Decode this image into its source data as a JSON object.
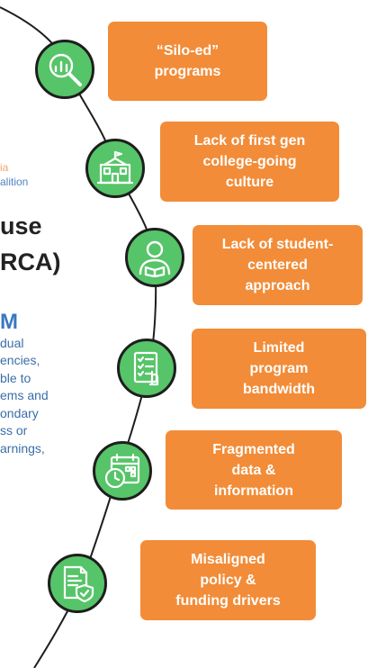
{
  "left_panel": {
    "logo_line_1": "ia",
    "logo_line_2": "alition",
    "title_line_1": "use",
    "title_line_2": "RCA)",
    "accent_letter": "M",
    "body_lines": [
      "dual",
      "encies,",
      "ble to",
      "ems and",
      "ondary",
      "ss or",
      "arnings,"
    ]
  },
  "causes": [
    {
      "label": "“Silo-ed”\nprograms",
      "icon": "magnifying-glass-chart-icon"
    },
    {
      "label": "Lack of first gen\ncollege-going\nculture",
      "icon": "school-building-icon"
    },
    {
      "label": "Lack of student-\ncentered\napproach",
      "icon": "student-reading-icon"
    },
    {
      "label": "Limited\nprogram\nbandwidth",
      "icon": "checklist-icon"
    },
    {
      "label": "Fragmented\ndata &\ninformation",
      "icon": "calendar-clock-icon"
    },
    {
      "label": "Misaligned\npolicy &\nfunding drivers",
      "icon": "document-shield-icon"
    }
  ],
  "colors": {
    "box_fill": "#f28c38",
    "icon_fill": "#56c468",
    "spine": "#1e1e1e",
    "title": "#222222",
    "accent_blue": "#3a78c0"
  }
}
